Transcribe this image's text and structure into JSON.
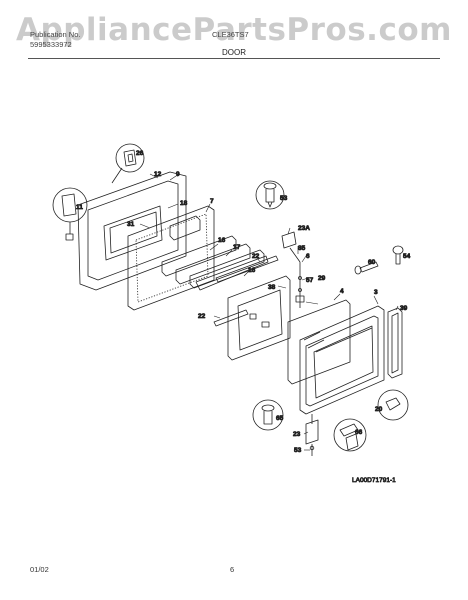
{
  "watermark": "AppliancePartsPros.com",
  "header": {
    "model_line1": "Publication No.",
    "model_line2": "5995333972",
    "model_code": "CLE36TS7",
    "section_title": "DOOR"
  },
  "figure_id": "LA00D71791-1",
  "footer": {
    "date": "01/02",
    "page": "6"
  },
  "parts": {
    "p26": "26",
    "p12": "12",
    "p9": "9",
    "p11": "11",
    "p18": "18",
    "p31": "31",
    "p7": "7",
    "p53a": "53",
    "p23A": "23A",
    "p85": "85",
    "p6": "6",
    "p16a": "16",
    "p17": "17",
    "p16b": "16",
    "p22a": "22",
    "p38": "38",
    "p57": "57",
    "p29": "29",
    "p22b": "22",
    "p4": "4",
    "p3": "3",
    "p39": "39",
    "p60": "60",
    "p54": "54",
    "p65": "65",
    "p20": "20",
    "p66": "66",
    "p23": "23",
    "p53b": "53"
  },
  "colors": {
    "line": "#222222",
    "watermark": "#a0a0a0"
  }
}
